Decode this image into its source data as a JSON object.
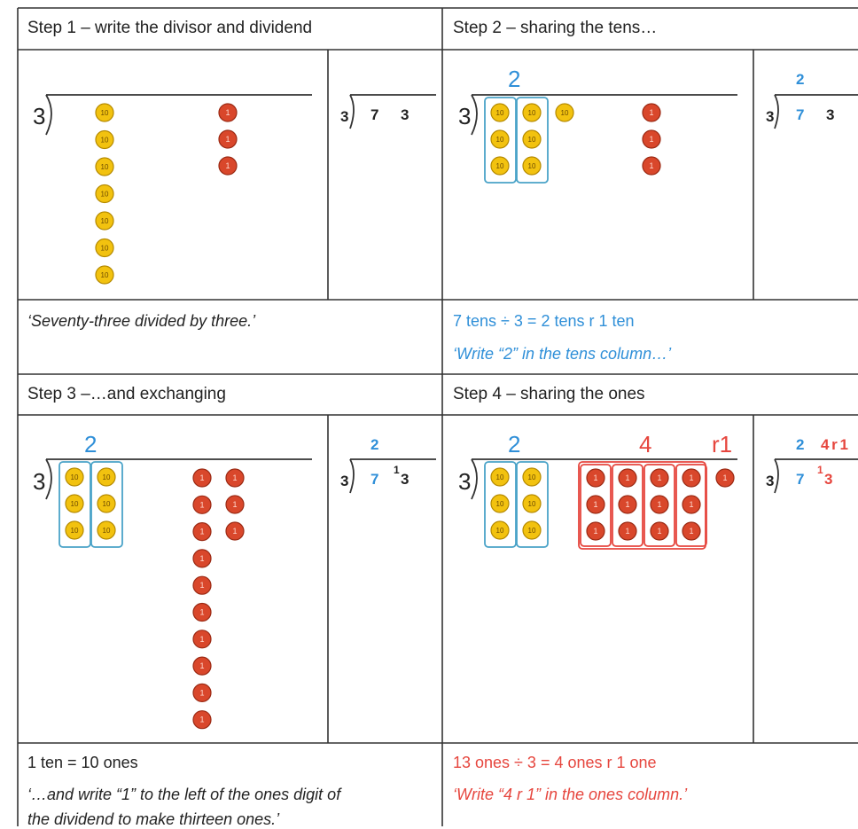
{
  "steps": [
    {
      "heading": "Step 1 – write the divisor and dividend",
      "notes": [
        "‘Seventy-three divided by three.’"
      ],
      "divisor": "3",
      "written": {
        "divisor": "3",
        "tens_digit": "7",
        "ones_digit": "3"
      }
    },
    {
      "heading": "Step 2 – sharing the tens…",
      "notes": [
        "7 tens ÷ 3 = 2 tens r 1 ten",
        "‘Write “2” in the tens column…’"
      ],
      "divisor": "3",
      "quotient_tens": "2",
      "written": {
        "divisor": "3",
        "tens_digit": "7",
        "ones_digit": "3",
        "quotient_tens": "2"
      }
    },
    {
      "heading": "Step 3 –…and exchanging",
      "notes": [
        "1 ten = 10 ones",
        "‘…and write “1” to the left of the ones digit of",
        "the dividend to make thirteen ones.’"
      ],
      "divisor": "3",
      "quotient_tens": "2",
      "written": {
        "divisor": "3",
        "tens_digit": "7",
        "exchange_digit": "1",
        "ones_digit": "3",
        "quotient_tens": "2"
      }
    },
    {
      "heading": "Step 4 – sharing the ones",
      "notes": [
        "13 ones ÷ 3 = 4 ones r 1 one",
        "‘Write “4 r 1” in the ones column.’"
      ],
      "divisor": "3",
      "quotient_tens": "2",
      "quotient_ones": "4",
      "remainder": "r1",
      "written": {
        "divisor": "3",
        "tens_digit": "7",
        "exchange_digit": "1",
        "ones_digit": "3",
        "quotient_tens": "2",
        "quotient_ones": "4 r 1"
      }
    }
  ],
  "counters": {
    "ten_label": "10",
    "one_label": "1"
  },
  "colors": {
    "ten_fill": "#f2c20f",
    "ten_stroke": "#b58a00",
    "one_fill": "#d9472b",
    "one_stroke": "#9b2a14",
    "blue": "#2f8fd8",
    "red": "#e6463e",
    "group_blue": "#4aa3c8",
    "group_red": "#e6463e"
  }
}
